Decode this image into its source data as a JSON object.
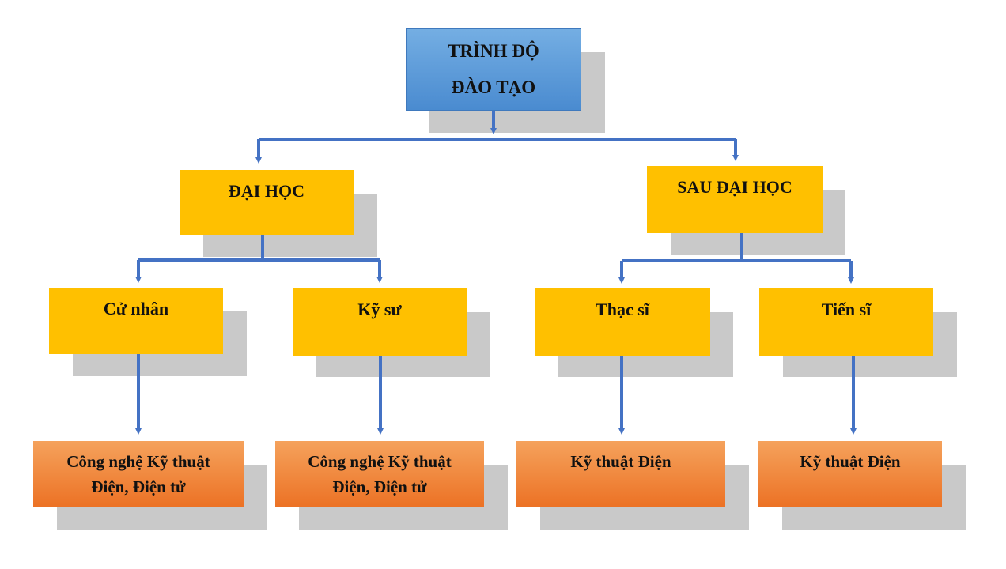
{
  "root": {
    "line1": "TRÌNH ĐỘ",
    "line2": "ĐÀO TẠO"
  },
  "level2": {
    "undergrad": "ĐẠI HỌC",
    "postgrad": "SAU ĐẠI HỌC"
  },
  "level3": {
    "bachelor": "Cử nhân",
    "engineer": "Kỹ sư",
    "master": "Thạc sĩ",
    "doctor": "Tiến sĩ"
  },
  "level4": {
    "bachelor_major": {
      "line1": "Công nghệ Kỹ thuật",
      "line2": "Điện, Điện tử"
    },
    "engineer_major": {
      "line1": "Công nghệ Kỹ thuật",
      "line2": "Điện, Điện tử"
    },
    "master_major": "Kỹ thuật Điện",
    "doctor_major": "Kỹ thuật Điện"
  },
  "colors": {
    "connector": "#4472c4",
    "root_fill": "#5b9bd5",
    "level_fill": "#ffc000",
    "major_fill": "#ed7d31",
    "shadow": "#c9c9c9"
  }
}
